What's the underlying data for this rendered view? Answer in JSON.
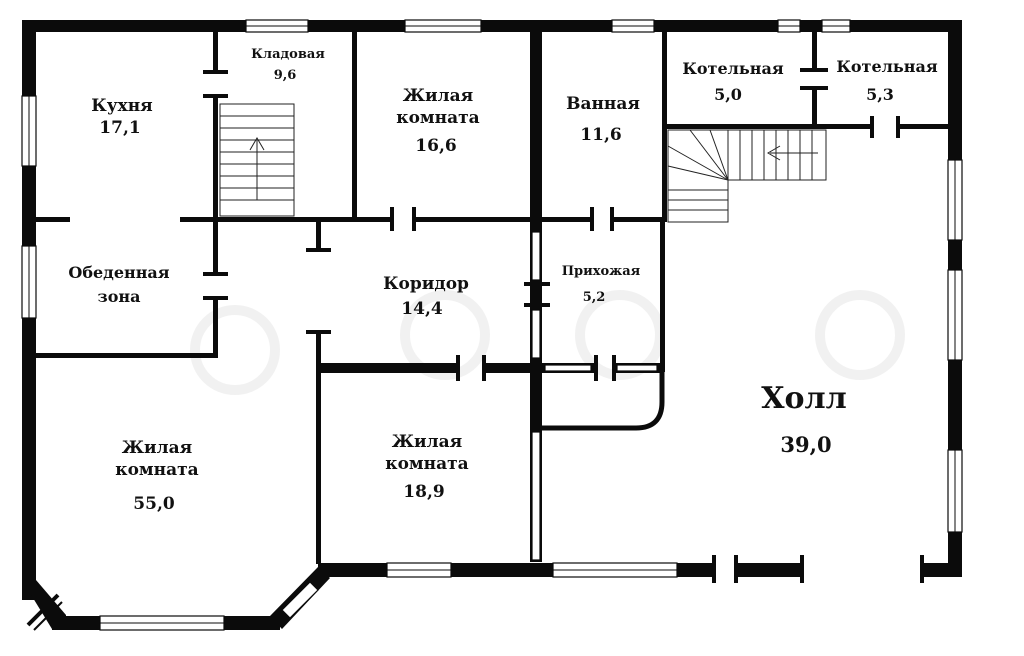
{
  "rooms": [
    {
      "id": "kitchen",
      "name_lines": [
        "Кухня"
      ],
      "area": "17,1"
    },
    {
      "id": "pantry",
      "name_lines": [
        "Кладовая"
      ],
      "area": "9,6"
    },
    {
      "id": "living1",
      "name_lines": [
        "Жилая",
        "комната"
      ],
      "area": "16,6"
    },
    {
      "id": "bathroom",
      "name_lines": [
        "Ванная"
      ],
      "area": "11,6"
    },
    {
      "id": "boiler1",
      "name_lines": [
        "Котельная"
      ],
      "area": "5,0"
    },
    {
      "id": "boiler2",
      "name_lines": [
        "Котельная"
      ],
      "area": "5,3"
    },
    {
      "id": "dining",
      "name_lines": [
        "Обеденная",
        "зона"
      ],
      "area": ""
    },
    {
      "id": "corridor",
      "name_lines": [
        "Коридор"
      ],
      "area": "14,4"
    },
    {
      "id": "entry",
      "name_lines": [
        "Прихожая"
      ],
      "area": "5,2"
    },
    {
      "id": "hall",
      "name_lines": [
        "Холл"
      ],
      "area": "39,0"
    },
    {
      "id": "living2",
      "name_lines": [
        "Жилая",
        "комната"
      ],
      "area": "55,0"
    },
    {
      "id": "living3",
      "name_lines": [
        "Жилая",
        "комната"
      ],
      "area": "18,9"
    }
  ],
  "colors": {
    "wall": "#0b0b0b",
    "text": "#111111",
    "background": "#ffffff"
  }
}
